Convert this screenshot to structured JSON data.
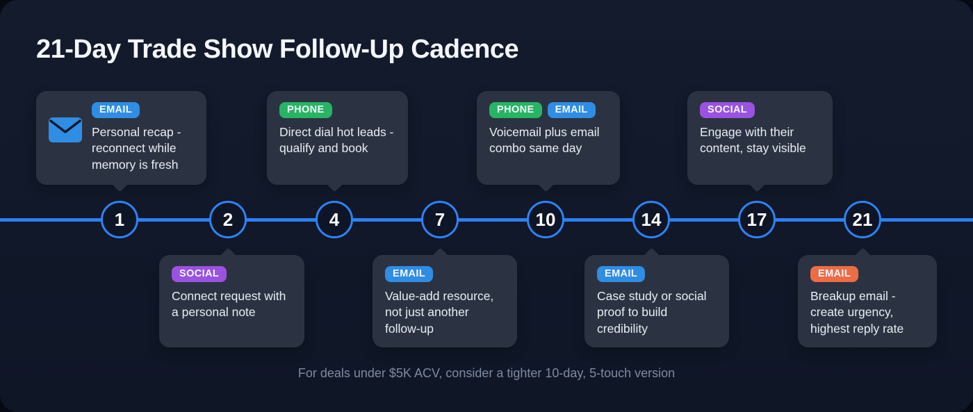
{
  "title": "21-Day Trade Show Follow-Up Cadence",
  "footnote": "For deals under $5K ACV, consider a tighter 10-day, 5-touch version",
  "colors": {
    "background": "#060a12",
    "panel": "#111928",
    "timeline": "#2b7ff2",
    "node_border": "#2e83f6",
    "card": "#2b3342",
    "badge_email": "#2f8de4",
    "badge_phone": "#27b464",
    "badge_social": "#9a52e0",
    "badge_email_breakup": "#ee6c45",
    "title_text": "#f4f7fb",
    "card_text": "#e9edf4",
    "footnote_text": "#7e8aa0"
  },
  "timeline": {
    "days": [
      "1",
      "2",
      "4",
      "7",
      "10",
      "14",
      "17",
      "21"
    ]
  },
  "cards": [
    {
      "day": "1",
      "position": "above",
      "icon": "envelope-icon",
      "badges": [
        {
          "label": "EMAIL"
        }
      ],
      "text": "Personal recap - reconnect while memory is fresh"
    },
    {
      "day": "2",
      "position": "below",
      "badges": [
        {
          "label": "SOCIAL"
        }
      ],
      "text": "Connect request with a personal note"
    },
    {
      "day": "4",
      "position": "above",
      "badges": [
        {
          "label": "PHONE"
        }
      ],
      "text": "Direct dial hot leads - qualify and book"
    },
    {
      "day": "7",
      "position": "below",
      "badges": [
        {
          "label": "EMAIL"
        }
      ],
      "text": "Value-add resource, not just another follow-up"
    },
    {
      "day": "10",
      "position": "above",
      "badges": [
        {
          "label": "PHONE"
        },
        {
          "label": "EMAIL"
        }
      ],
      "text": "Voicemail plus email combo same day"
    },
    {
      "day": "14",
      "position": "below",
      "badges": [
        {
          "label": "EMAIL"
        }
      ],
      "text": "Case study or social proof to build credibility"
    },
    {
      "day": "17",
      "position": "above",
      "badges": [
        {
          "label": "SOCIAL"
        }
      ],
      "text": "Engage with their content, stay visible"
    },
    {
      "day": "21",
      "position": "below",
      "badges": [
        {
          "label": "EMAIL"
        }
      ],
      "text": "Breakup email - create urgency, highest reply rate"
    }
  ]
}
